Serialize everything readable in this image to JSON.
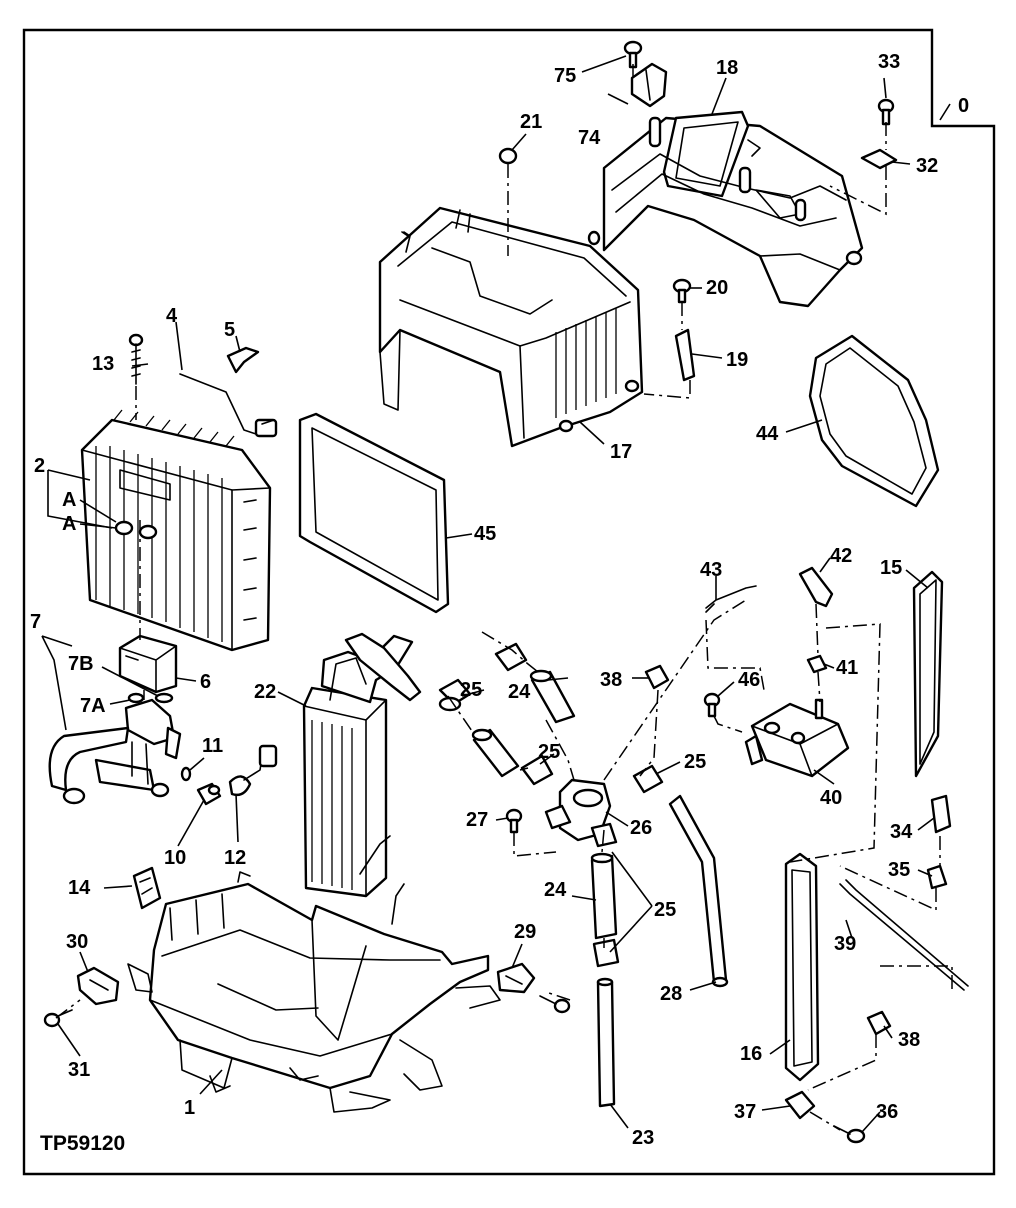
{
  "figure_id": "TP59120",
  "callouts": [
    {
      "id": "c0",
      "label": "0"
    },
    {
      "id": "c1",
      "label": "1"
    },
    {
      "id": "c2",
      "label": "2"
    },
    {
      "id": "cA1",
      "label": "A"
    },
    {
      "id": "cA2",
      "label": "A"
    },
    {
      "id": "c4",
      "label": "4"
    },
    {
      "id": "c5",
      "label": "5"
    },
    {
      "id": "c6",
      "label": "6"
    },
    {
      "id": "c7",
      "label": "7"
    },
    {
      "id": "c7A",
      "label": "7A"
    },
    {
      "id": "c7B",
      "label": "7B"
    },
    {
      "id": "c10",
      "label": "10"
    },
    {
      "id": "c11",
      "label": "11"
    },
    {
      "id": "c12",
      "label": "12"
    },
    {
      "id": "c13",
      "label": "13"
    },
    {
      "id": "c14",
      "label": "14"
    },
    {
      "id": "c15",
      "label": "15"
    },
    {
      "id": "c16",
      "label": "16"
    },
    {
      "id": "c17",
      "label": "17"
    },
    {
      "id": "c18",
      "label": "18"
    },
    {
      "id": "c19",
      "label": "19"
    },
    {
      "id": "c20",
      "label": "20"
    },
    {
      "id": "c21",
      "label": "21"
    },
    {
      "id": "c22",
      "label": "22"
    },
    {
      "id": "c23",
      "label": "23"
    },
    {
      "id": "c24a",
      "label": "24"
    },
    {
      "id": "c24b",
      "label": "24"
    },
    {
      "id": "c25a",
      "label": "25"
    },
    {
      "id": "c25b",
      "label": "25"
    },
    {
      "id": "c25c",
      "label": "25"
    },
    {
      "id": "c25d",
      "label": "25"
    },
    {
      "id": "c26",
      "label": "26"
    },
    {
      "id": "c27",
      "label": "27"
    },
    {
      "id": "c28",
      "label": "28"
    },
    {
      "id": "c29",
      "label": "29"
    },
    {
      "id": "c30",
      "label": "30"
    },
    {
      "id": "c31",
      "label": "31"
    },
    {
      "id": "c32",
      "label": "32"
    },
    {
      "id": "c33",
      "label": "33"
    },
    {
      "id": "c34",
      "label": "34"
    },
    {
      "id": "c35",
      "label": "35"
    },
    {
      "id": "c36",
      "label": "36"
    },
    {
      "id": "c37",
      "label": "37"
    },
    {
      "id": "c38a",
      "label": "38"
    },
    {
      "id": "c38b",
      "label": "38"
    },
    {
      "id": "c39",
      "label": "39"
    },
    {
      "id": "c40",
      "label": "40"
    },
    {
      "id": "c41",
      "label": "41"
    },
    {
      "id": "c42",
      "label": "42"
    },
    {
      "id": "c43",
      "label": "43"
    },
    {
      "id": "c44",
      "label": "44"
    },
    {
      "id": "c45",
      "label": "45"
    },
    {
      "id": "c46",
      "label": "46"
    },
    {
      "id": "c74",
      "label": "74"
    },
    {
      "id": "c75",
      "label": "75"
    }
  ]
}
